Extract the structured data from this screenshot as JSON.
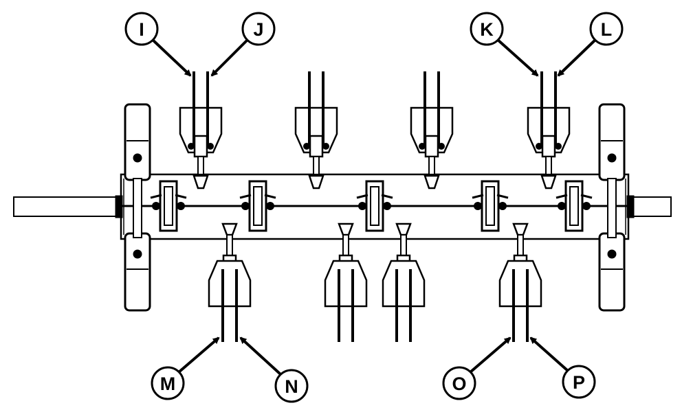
{
  "diagram": {
    "type": "parts-diagram",
    "line_color": "#000000",
    "background": "#ffffff",
    "callouts_top": [
      "I",
      "J",
      "K",
      "L"
    ],
    "callouts_bottom": [
      "M",
      "N",
      "O",
      "P"
    ]
  }
}
